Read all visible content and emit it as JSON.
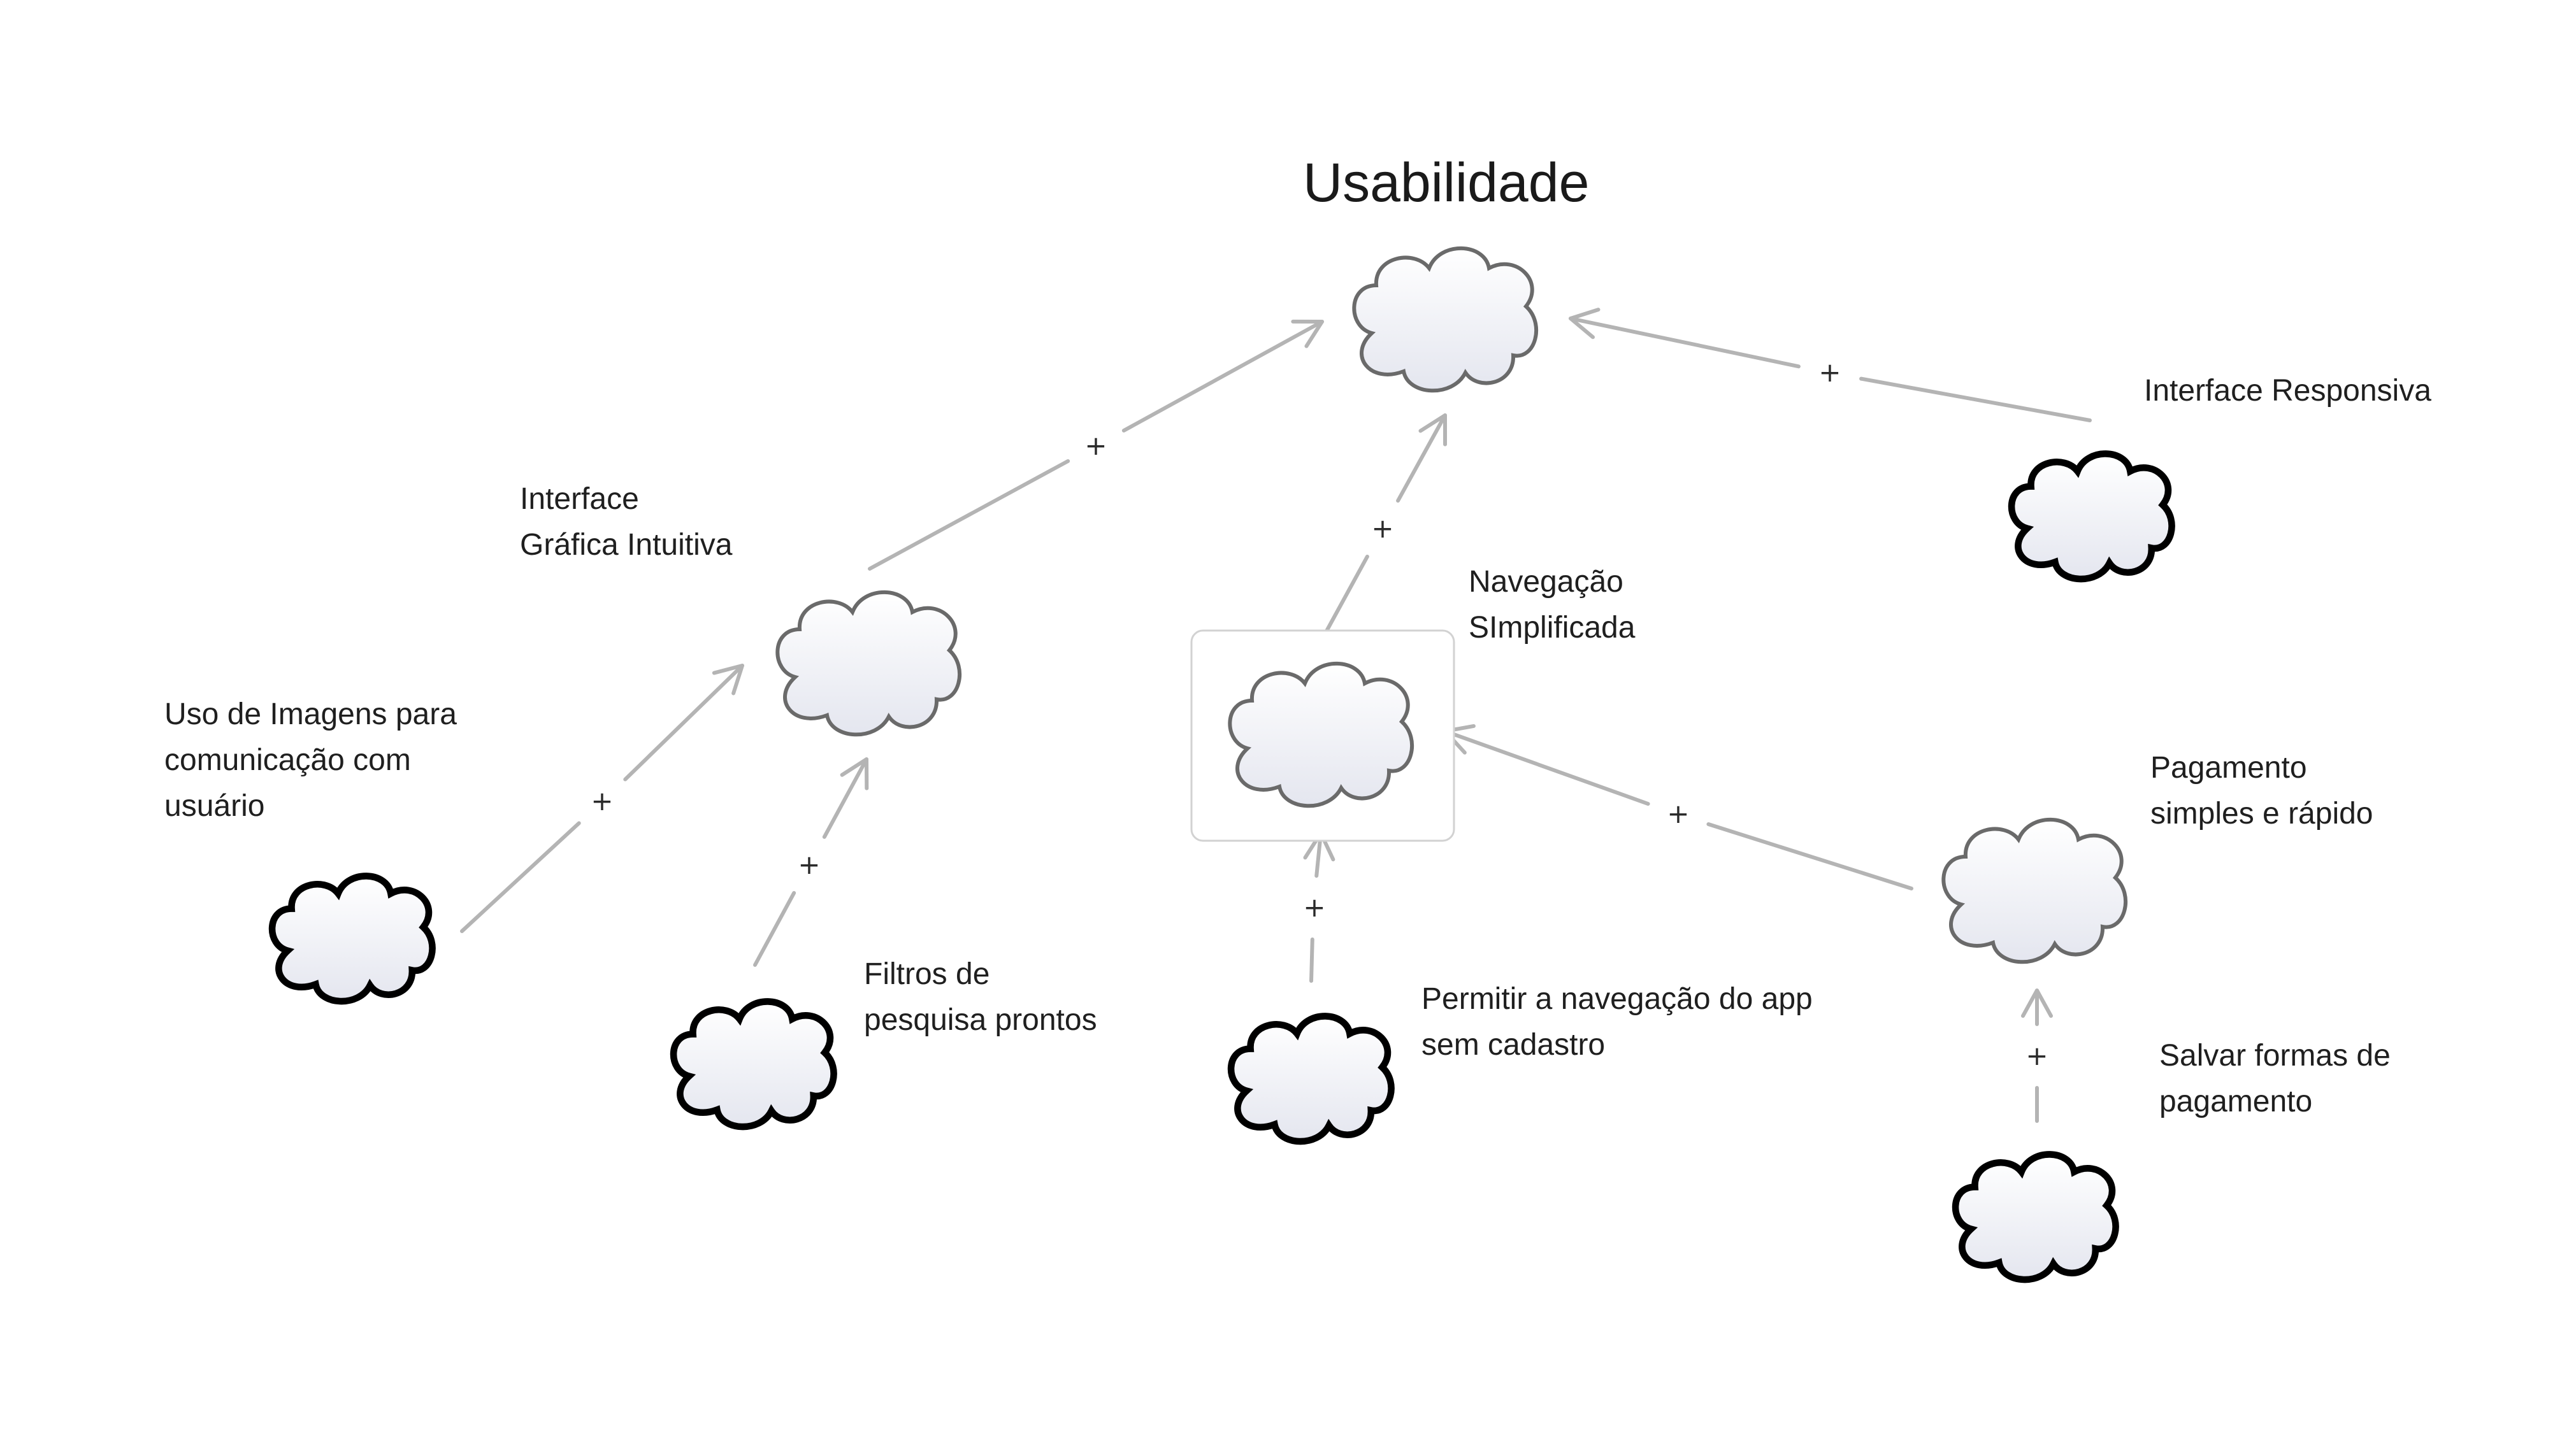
{
  "title": "Usabilidade",
  "link_label": "+",
  "nodes": {
    "grafica": "Interface\nGráfica Intuitiva",
    "responsiva": "Interface Responsiva",
    "navegacao": "Navegação\nSImplificada",
    "imagens": "Uso de Imagens para\ncomunicação com\nusuário",
    "filtros": "Filtros de\npesquisa prontos",
    "sem_cadastro": "Permitir a navegação do app\nsem cadastro",
    "pagamento": "Pagamento\nsimples e rápido",
    "salvar": "Salvar formas de\npagamento"
  },
  "colors": {
    "link": "#b4b4b4",
    "cloud_stroke_light": "#6a6a6a",
    "cloud_stroke_dark": "#000000",
    "selection_border": "#d2d2d2"
  }
}
